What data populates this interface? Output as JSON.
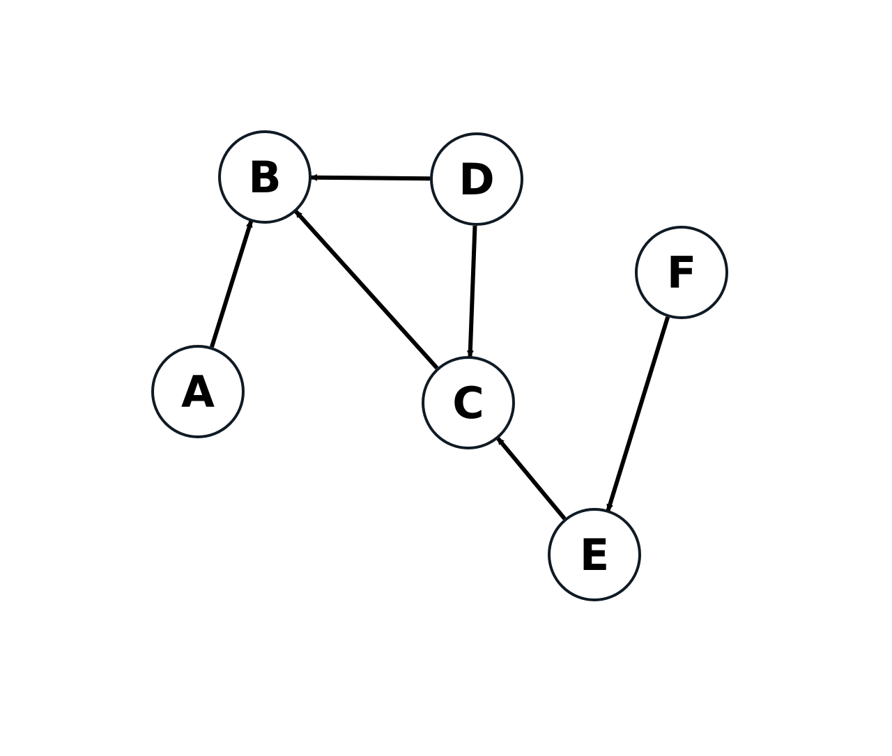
{
  "diagram": {
    "type": "directed-graph",
    "colors": {
      "background": "#ffffff",
      "node_stroke": "#0f1a24",
      "node_fill": "#ffffff",
      "edge": "#000000",
      "label": "#000000"
    },
    "nodes": [
      {
        "id": "A",
        "label": "A"
      },
      {
        "id": "B",
        "label": "B"
      },
      {
        "id": "C",
        "label": "C"
      },
      {
        "id": "D",
        "label": "D"
      },
      {
        "id": "E",
        "label": "E"
      },
      {
        "id": "F",
        "label": "F"
      }
    ],
    "edges": [
      {
        "from": "A",
        "to": "B"
      },
      {
        "from": "D",
        "to": "B"
      },
      {
        "from": "C",
        "to": "B"
      },
      {
        "from": "D",
        "to": "C"
      },
      {
        "from": "E",
        "to": "C"
      },
      {
        "from": "F",
        "to": "E"
      }
    ]
  }
}
